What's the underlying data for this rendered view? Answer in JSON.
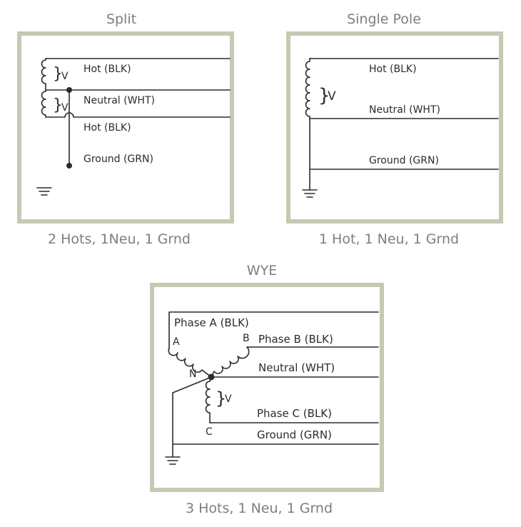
{
  "colors": {
    "frame": "#c6c9b3",
    "wire": "#2b2b2b",
    "heading": "#7a7f82"
  },
  "split": {
    "title": "Split",
    "caption": "2 Hots, 1Neu, 1 Grnd",
    "labels": {
      "hot1": "Hot (BLK)",
      "neutral": "Neutral (WHT)",
      "hot2": "Hot (BLK)",
      "ground": "Ground (GRN)",
      "v1": "V",
      "v2": "V"
    }
  },
  "single_pole": {
    "title": "Single Pole",
    "caption": "1 Hot, 1 Neu, 1 Grnd",
    "labels": {
      "hot": "Hot (BLK)",
      "neutral": "Neutral (WHT)",
      "ground": "Ground (GRN)",
      "v": "V"
    }
  },
  "wye": {
    "title": "WYE",
    "caption": "3 Hots, 1 Neu, 1 Grnd",
    "labels": {
      "phase_a": "Phase A (BLK)",
      "phase_b": "Phase B (BLK)",
      "neutral": "Neutral (WHT)",
      "phase_c": "Phase C (BLK)",
      "ground": "Ground (GRN)",
      "node_a": "A",
      "node_b": "B",
      "node_n": "N",
      "node_c": "C",
      "v": "V"
    }
  }
}
